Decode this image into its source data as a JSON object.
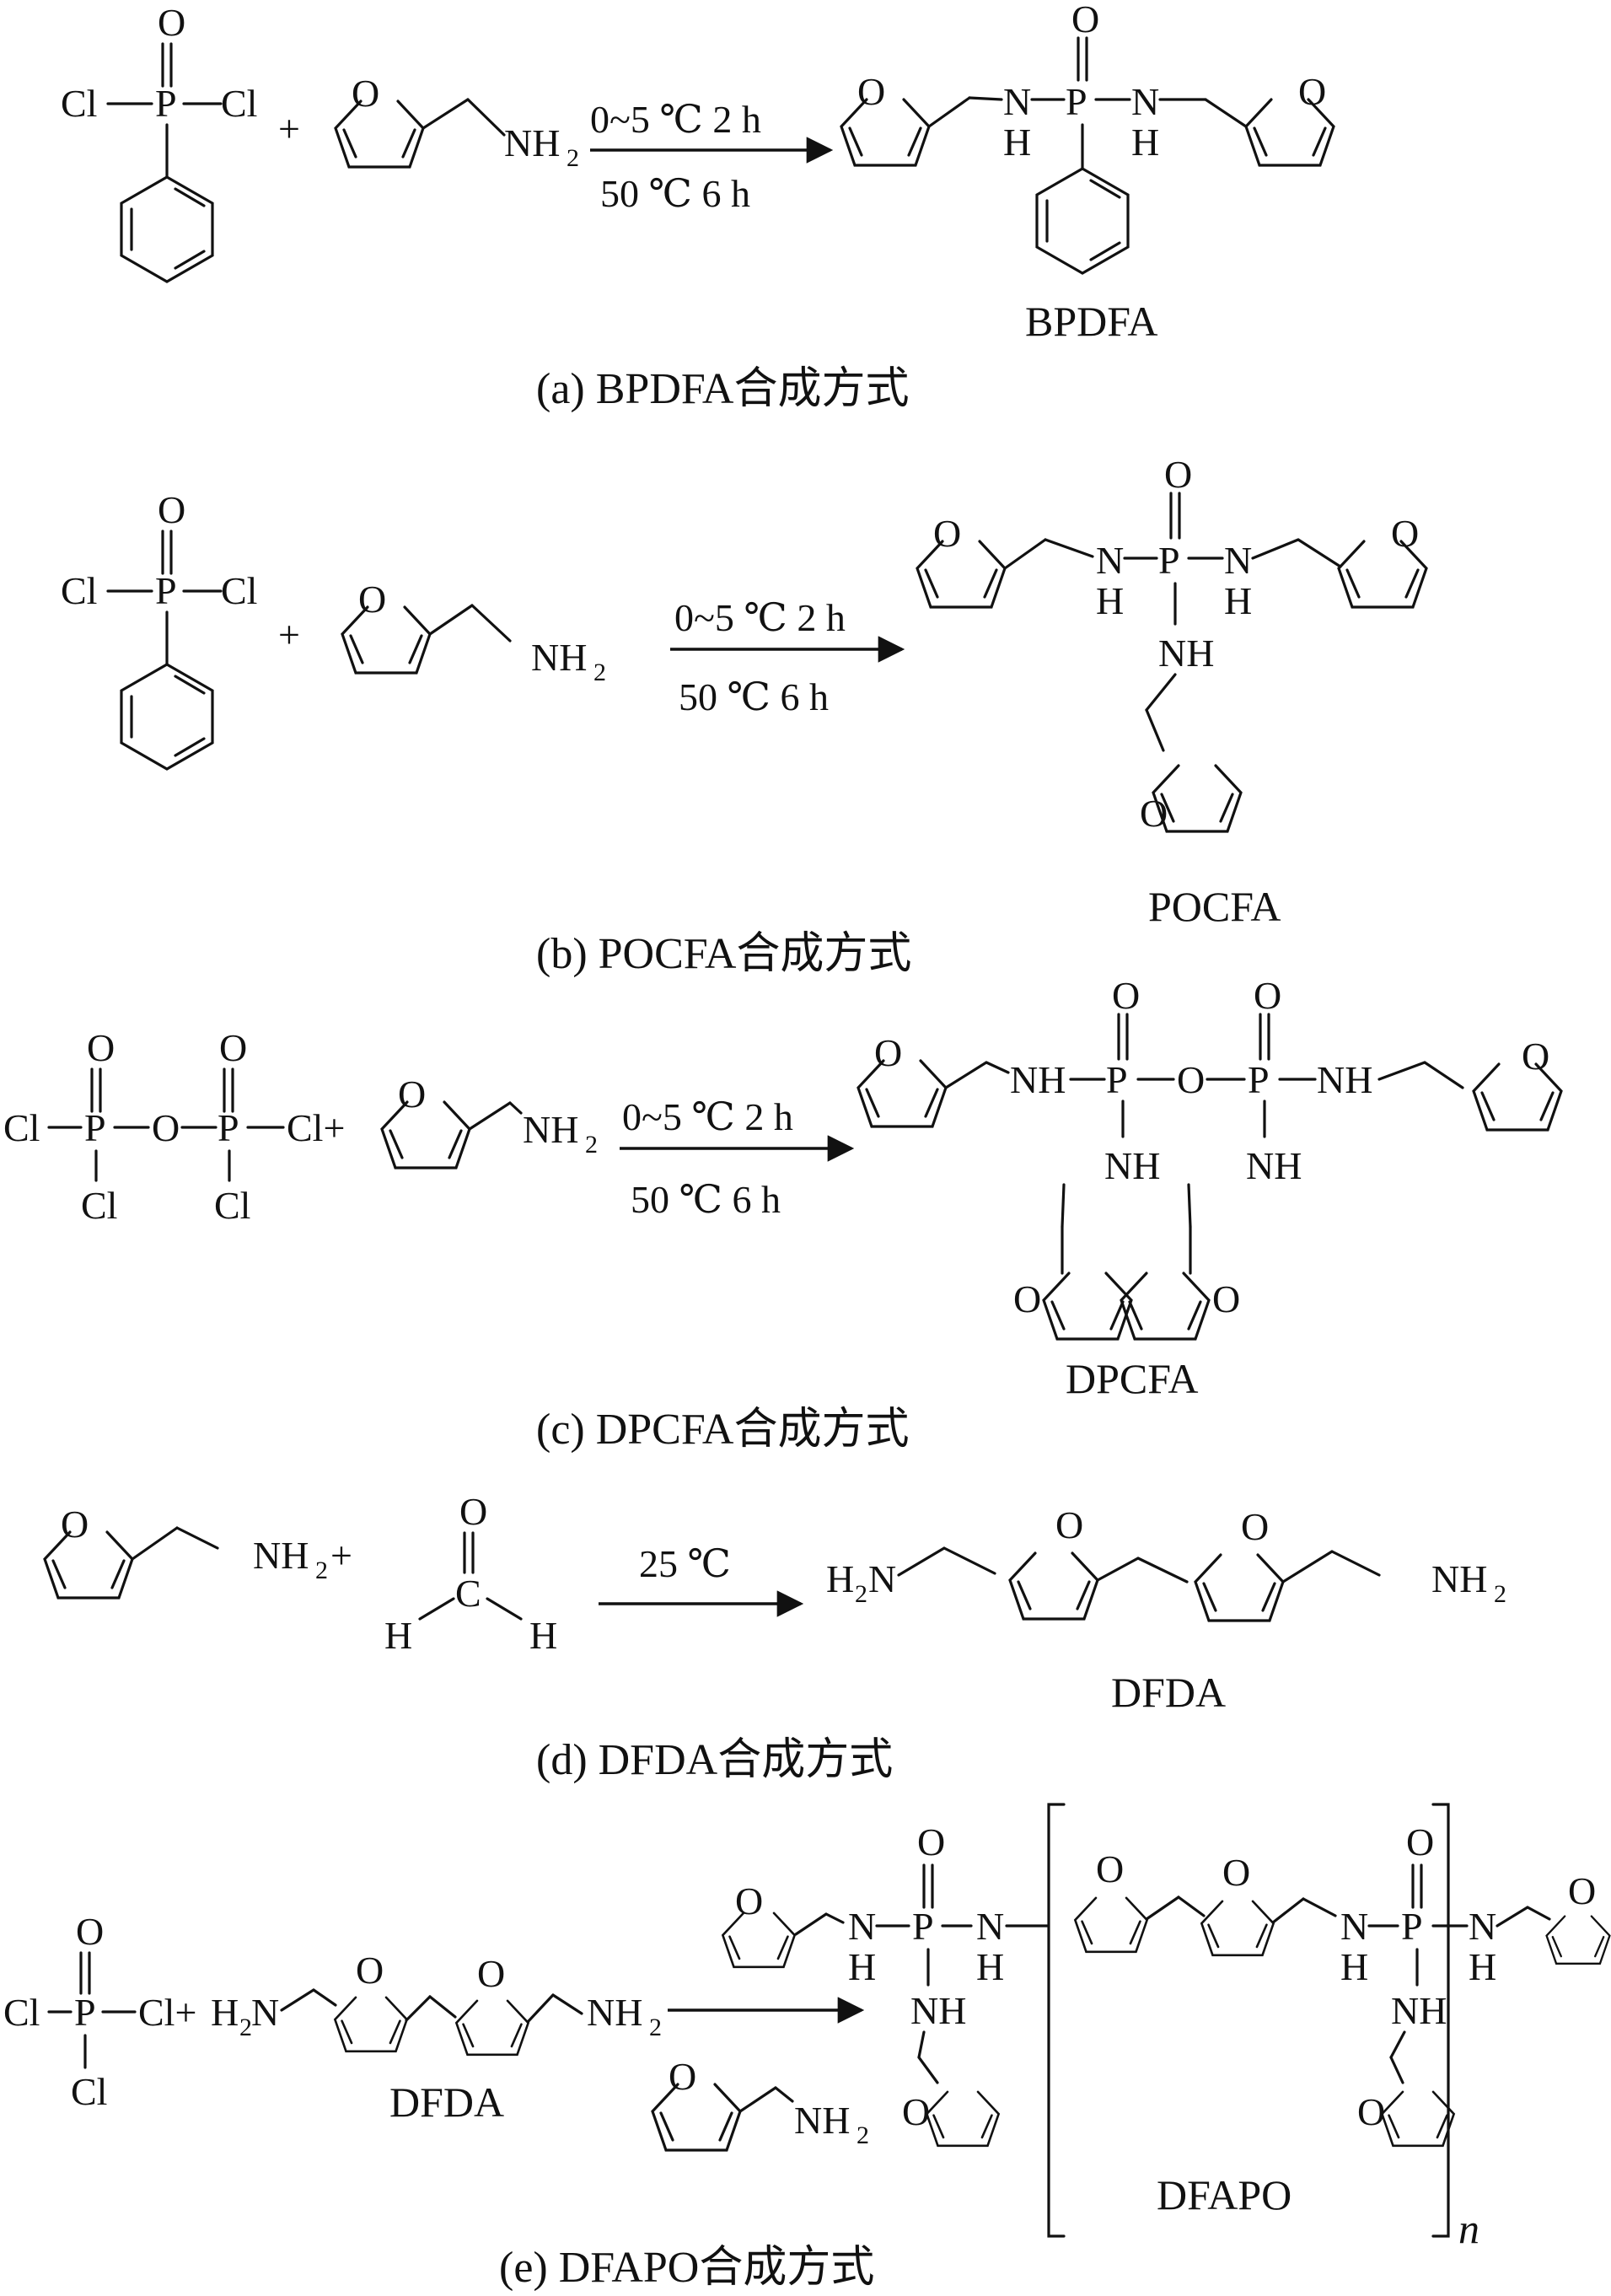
{
  "schemes": [
    {
      "id": "a",
      "reagent1": {
        "o": "O",
        "p": "P",
        "cl_left": "Cl",
        "cl_right": "Cl"
      },
      "plus": "+",
      "reagent2": {
        "o": "O",
        "amine": "NH",
        "amine_sub": "2"
      },
      "conditions": [
        "0~5 ℃ 2 h",
        "50 ℃ 6 h"
      ],
      "product": {
        "o": "O",
        "p": "P",
        "n": "N",
        "h": "H",
        "ring_o": "O"
      },
      "product_name": "BPDFA",
      "caption": "(a) BPDFA合成方式"
    },
    {
      "id": "b",
      "reagent1": {
        "o": "O",
        "p": "P",
        "cl_left": "Cl",
        "cl_right": "Cl"
      },
      "plus": "+",
      "reagent2": {
        "o": "O",
        "amine": "NH",
        "amine_sub": "2"
      },
      "conditions": [
        "0~5 ℃ 2 h",
        "50 ℃ 6 h"
      ],
      "product": {
        "o": "O",
        "p": "P",
        "n": "N",
        "h": "H",
        "nh": "NH",
        "ring_o": "O"
      },
      "product_name": "POCFA",
      "caption": "(b) POCFA合成方式"
    },
    {
      "id": "c",
      "reagent1": {
        "o": "O",
        "p": "P",
        "cl": "Cl",
        "bridge_o": "O",
        "cl_plus": "Cl+"
      },
      "reagent2": {
        "o": "O",
        "amine": "NH",
        "amine_sub": "2"
      },
      "conditions": [
        "0~5 ℃ 2 h",
        "50 ℃ 6 h"
      ],
      "product": {
        "o": "O",
        "p": "P",
        "nh": "NH",
        "ring_o": "O"
      },
      "product_name": "DPCFA",
      "caption": "(c) DPCFA合成方式"
    },
    {
      "id": "d",
      "reagent1": {
        "o": "O",
        "amine": "NH",
        "amine_sub": "2",
        "plus": "+"
      },
      "reagent2": {
        "o": "O",
        "c": "C",
        "h": "H"
      },
      "conditions": [
        "25 ℃"
      ],
      "product": {
        "h2n": "H",
        "h2n_sub": "2",
        "n": "N",
        "ring_o": "O",
        "amine": "NH",
        "amine_sub": "2"
      },
      "product_name": "DFDA",
      "caption": "(d) DFDA合成方式"
    },
    {
      "id": "e",
      "reagent1": {
        "o": "O",
        "p": "P",
        "cl": "Cl",
        "cl_plus": "Cl+",
        "h2n": "H",
        "h2n_sub": "2",
        "n": "N",
        "ring_o": "O",
        "amine": "NH",
        "amine_sub": "2"
      },
      "reagent1_name": "DFDA",
      "reagent2": {
        "o": "O",
        "amine": "NH",
        "amine_sub": "2"
      },
      "product": {
        "o": "O",
        "p": "P",
        "n": "N",
        "h": "H",
        "nh": "NH",
        "ring_o": "O",
        "repeat": "n"
      },
      "product_name": "DFAPO",
      "caption": "(e) DFAPO合成方式"
    }
  ]
}
